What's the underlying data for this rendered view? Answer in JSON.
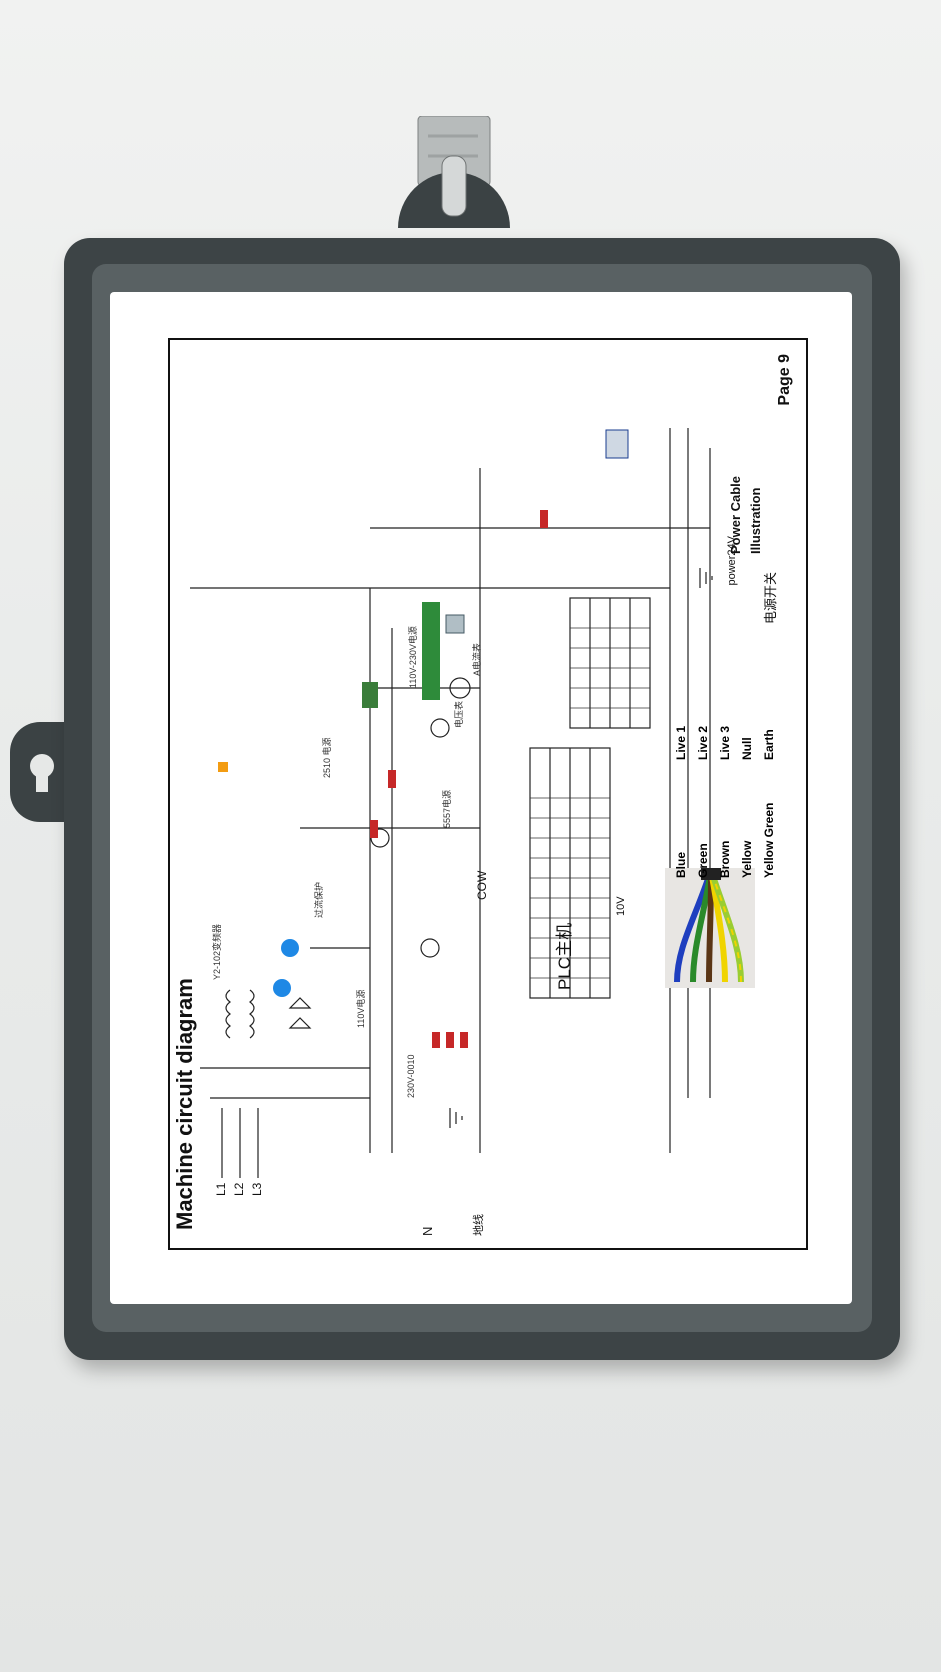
{
  "document": {
    "title": "Machine circuit diagram",
    "page": "Page 9",
    "power_label": "power24V",
    "power_label_cn": "电源开关",
    "plc_label": "PLC主机",
    "cow_label": "COW",
    "ten_v": "10V",
    "neutral_label": "N",
    "ground_label": "地线",
    "phase_labels": [
      "L1",
      "L2",
      "L3"
    ],
    "cable_title_line1": "Power Cable",
    "cable_title_line2": "Illustration",
    "cable_legend": [
      {
        "color": "Blue",
        "role": "Live 1"
      },
      {
        "color": "Green",
        "role": "Live 2"
      },
      {
        "color": "Brown",
        "role": "Live 3"
      },
      {
        "color": "Yellow",
        "role": "Null"
      },
      {
        "color": "Yellow Green",
        "role": "Earth"
      }
    ],
    "misc_labels": [
      "110V电源",
      "5557电源",
      "110V-230V电源",
      "230V-0010",
      "Y2-102变频器",
      "2510 电源",
      "A电流表",
      "电压表",
      "过流保护"
    ]
  },
  "colors": {
    "frame": "#3d4446",
    "paper": "#ffffff",
    "wire_blue": "#1f3fbf",
    "wire_green": "#2a8a2a",
    "wire_brown": "#5a3515",
    "wire_yellow": "#f0d400",
    "relay_red": "#c62828",
    "terminal_green": "#2e8b3a"
  }
}
